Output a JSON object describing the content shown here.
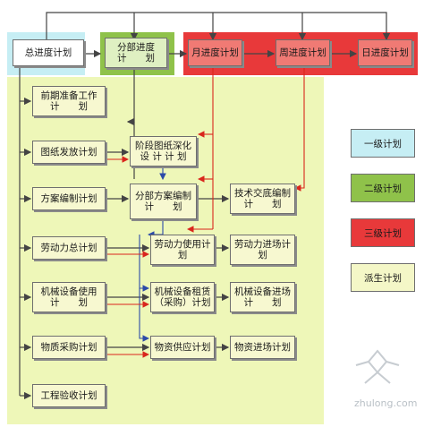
{
  "level1": {
    "label": "总进度计划"
  },
  "level2": {
    "line1": "分部进度",
    "line2": "计　　划"
  },
  "level3": [
    {
      "label": "月进度计划"
    },
    {
      "label": "周进度计划"
    },
    {
      "label": "日进度计划"
    }
  ],
  "col1": [
    {
      "line1": "前期准备工作",
      "line2": "计　　划"
    },
    {
      "line1": "图纸发放计划",
      "line2": ""
    },
    {
      "line1": "方案编制计划",
      "line2": ""
    },
    {
      "line1": "劳动力总计划",
      "line2": ""
    },
    {
      "line1": "机械设备使用",
      "line2": "计　　划"
    },
    {
      "line1": "物质采购计划",
      "line2": ""
    },
    {
      "line1": "工程验收计划",
      "line2": ""
    }
  ],
  "col2": [
    {
      "line1": "阶段图纸深化",
      "line2": "设 计 计 划"
    },
    {
      "line1": "分部方案编制",
      "line2": "计　　划"
    },
    {
      "line1": "劳动力使用计",
      "line2": "划"
    },
    {
      "line1": "机械设备租赁",
      "line2": "（采购）计划"
    },
    {
      "line1": "物资供应计划",
      "line2": ""
    }
  ],
  "col3": [
    {
      "line1": "技术交底编制",
      "line2": "计　　划"
    },
    {
      "line1": "劳动力进场计",
      "line2": "划"
    },
    {
      "line1": "机械设备进场",
      "line2": "计　　划"
    },
    {
      "line1": "物资进场计划",
      "line2": ""
    }
  ],
  "legend": [
    {
      "label": "一级计划",
      "color": "#c6eef4"
    },
    {
      "label": "二级计划",
      "color": "#8fc24a"
    },
    {
      "label": "三级计划",
      "color": "#e8393a"
    },
    {
      "label": "派生计划",
      "color": "#f4f7c7"
    }
  ],
  "colors": {
    "level1_bg": "#c6eef4",
    "level2_bg": "#8fc24a",
    "level3_bg": "#e8393a",
    "derived_bg": "#eef7b8",
    "arrow_red": "#d9261c",
    "arrow_blue": "#2c4aa8",
    "line_dark": "#444444"
  },
  "watermark": {
    "text": "zhulong.com"
  }
}
